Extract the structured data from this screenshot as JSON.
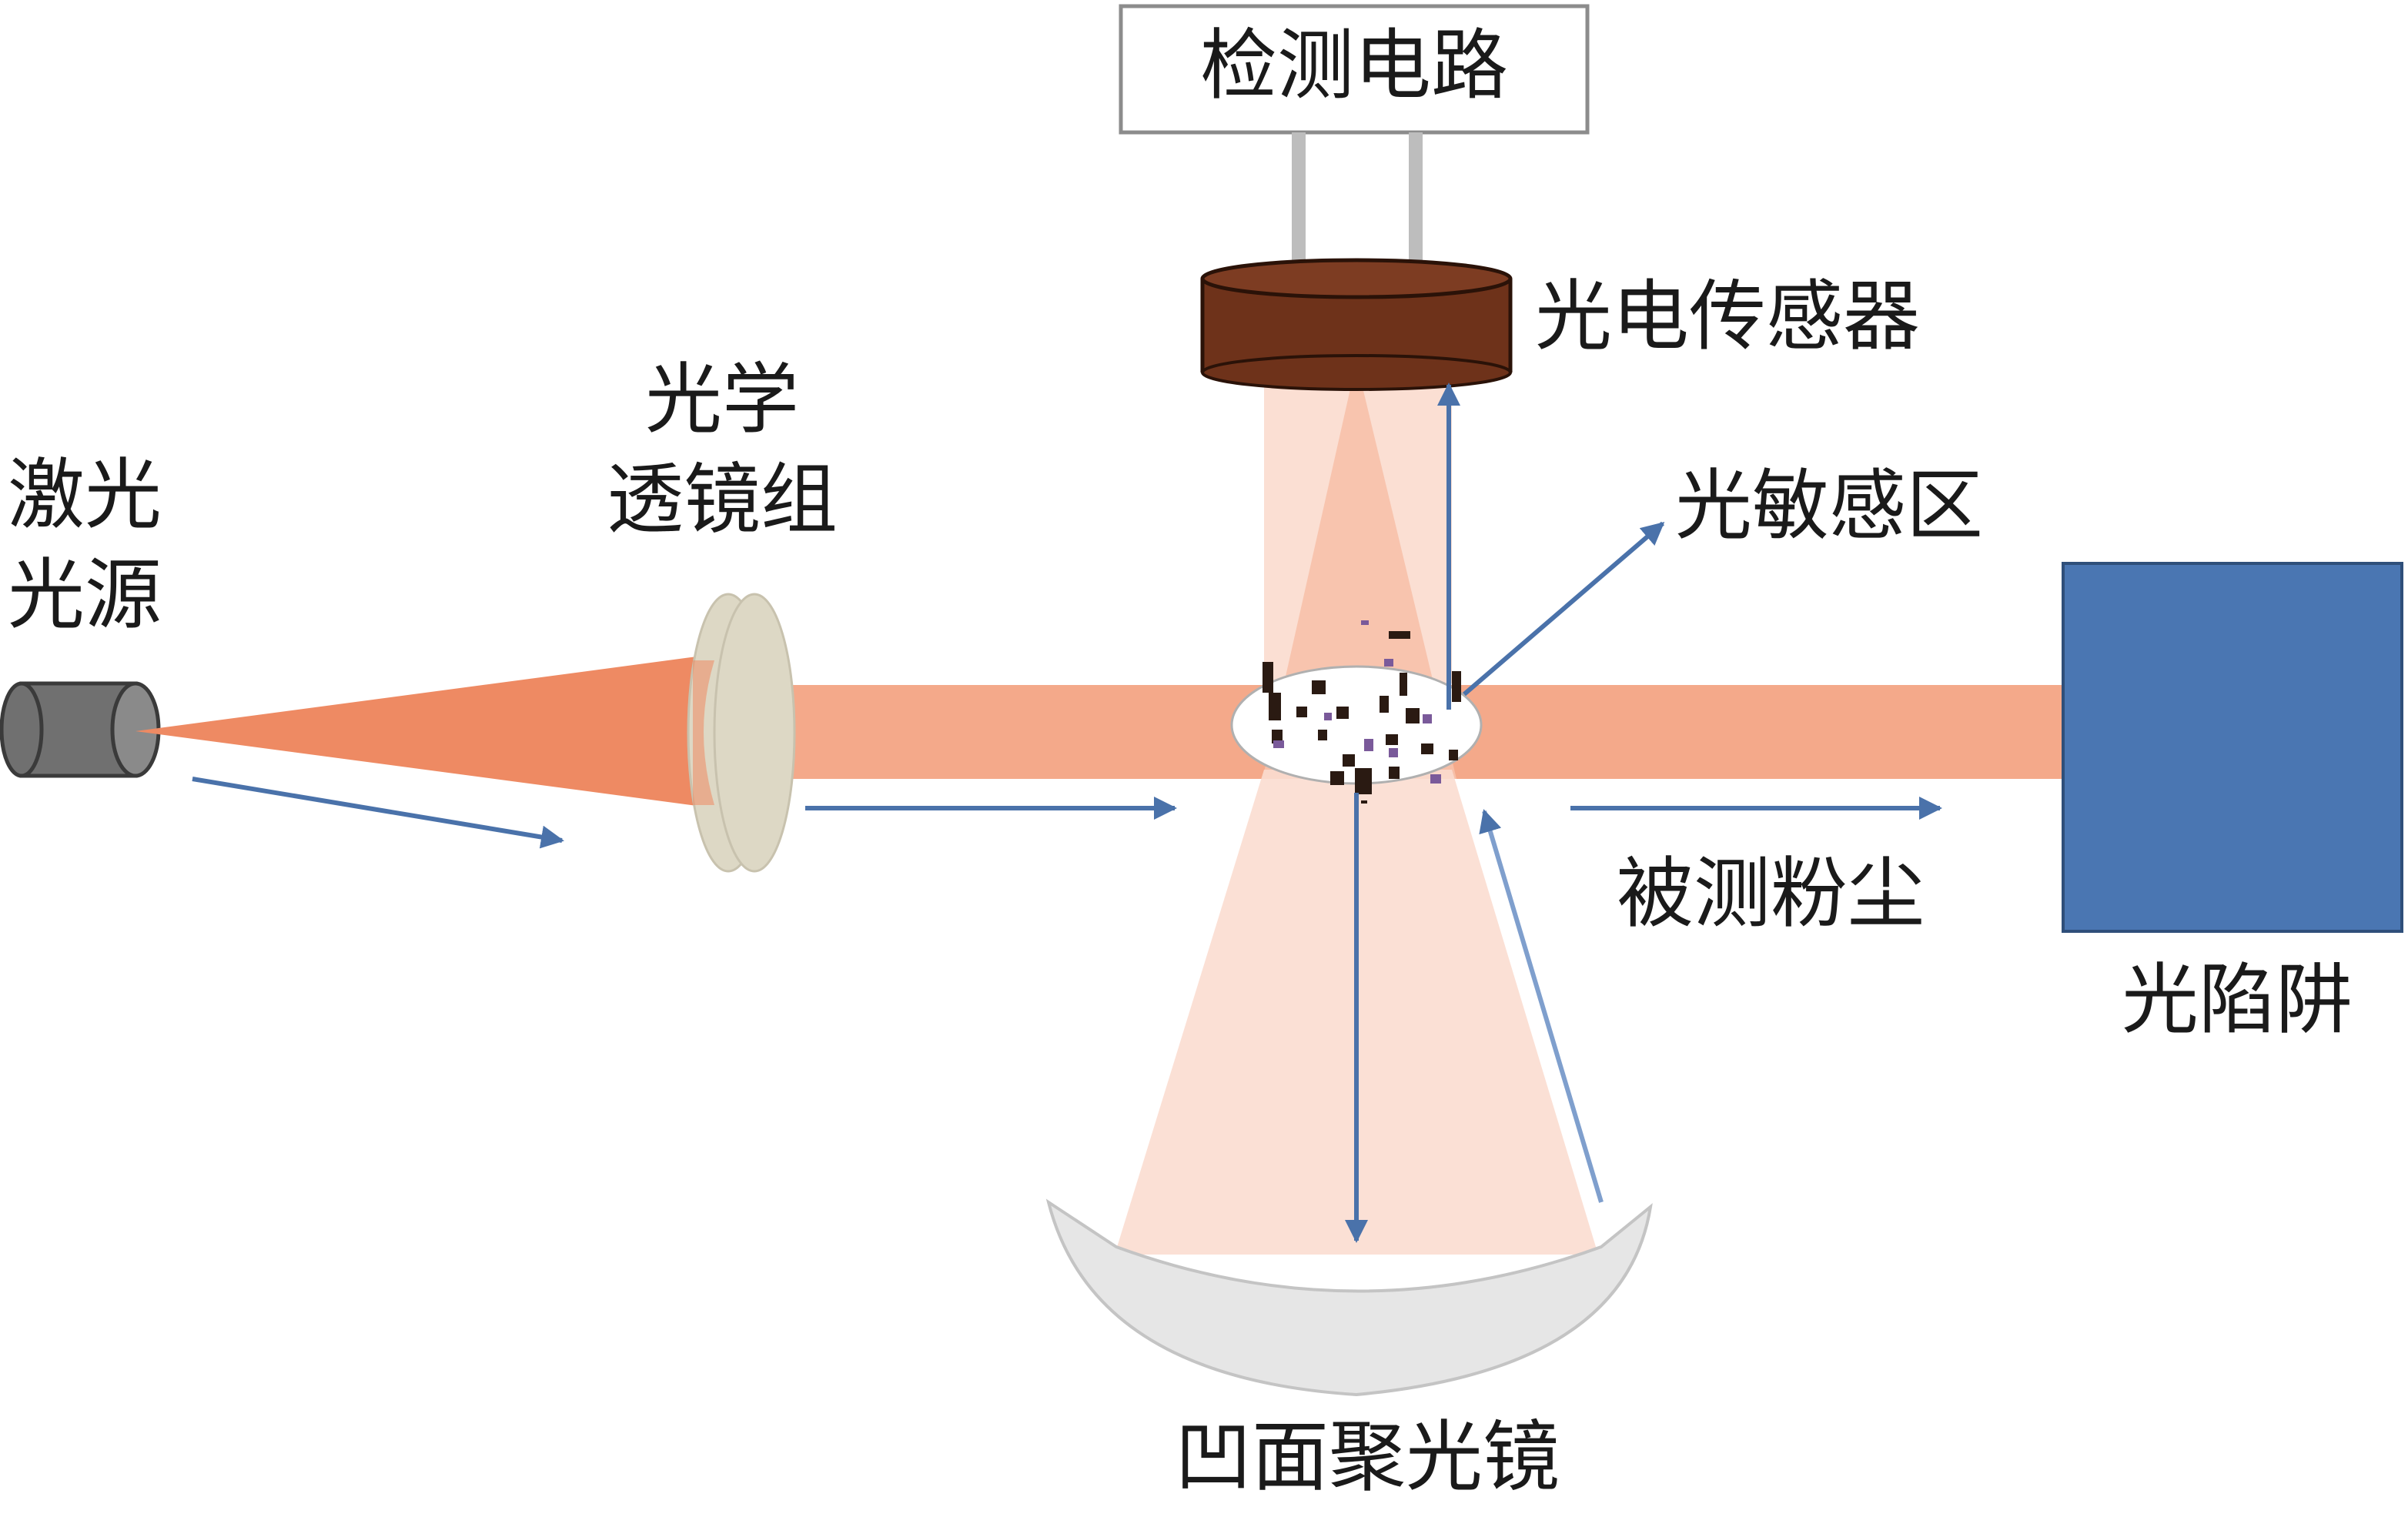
{
  "labels": {
    "detection_circuit": "检测电路",
    "photo_sensor": "光电传感器",
    "laser_line1": "激光",
    "laser_line2": "光源",
    "lens_line1": "光学",
    "lens_line2": "透镜组",
    "sensitive_area": "光敏感区",
    "dust": "被测粉尘",
    "light_trap": "光陷阱",
    "mirror": "凹面聚光镜"
  },
  "colors": {
    "beam": "#f4a98a",
    "cone": "#ee8a63",
    "scatter": "#fbdccf",
    "arrow": "#4a72aa",
    "sensor": "#6e321a",
    "trap": "#4a76b2",
    "lens": "#ddd8c5",
    "mirror": "#e6e6e6",
    "laser": "#707070"
  }
}
